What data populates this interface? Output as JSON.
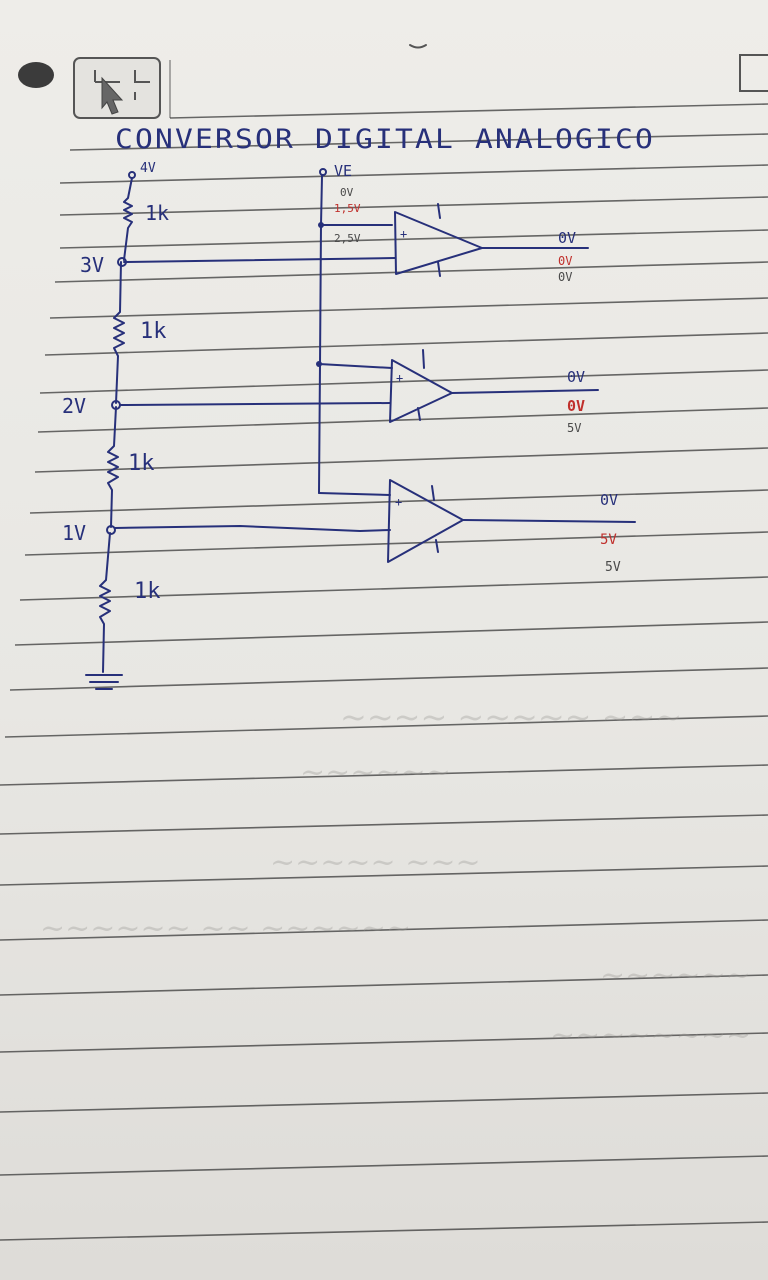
{
  "title": "CONVERSOR DIGITAL ANALOGICO",
  "supply_label": "4V",
  "input_label": "VE",
  "input_values": [
    "0V",
    "1,5V",
    "2,5V"
  ],
  "resistors": [
    "1k",
    "1k",
    "1k",
    "1k"
  ],
  "node_voltages": [
    "3V",
    "2V",
    "1V"
  ],
  "comparators": [
    {
      "outputs": [
        "0V",
        "0V",
        "0V"
      ]
    },
    {
      "outputs": [
        "0V",
        "0V",
        "5V"
      ]
    },
    {
      "outputs": [
        "0V",
        "5V",
        "5V"
      ]
    }
  ],
  "colors": {
    "ink": "#27307a",
    "red_ink": "#c0302c",
    "pencil": "#4a4a4a",
    "paper": "#eeede9"
  },
  "logo_icon": "cursor-target-icon"
}
